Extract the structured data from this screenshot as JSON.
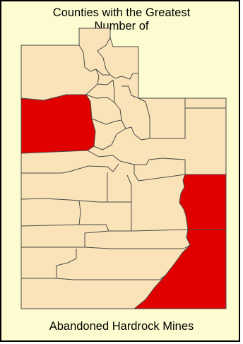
{
  "title": {
    "line1": "Counties with the Greatest",
    "line2": "Number of",
    "bottom": "Abandoned Hardrock Mines"
  },
  "colors": {
    "background": "#fdfcd0",
    "county_fill": "#fae3b8",
    "highlight_fill": "#e10000",
    "border": "#4a4a4a",
    "frame": "#000000"
  }
}
